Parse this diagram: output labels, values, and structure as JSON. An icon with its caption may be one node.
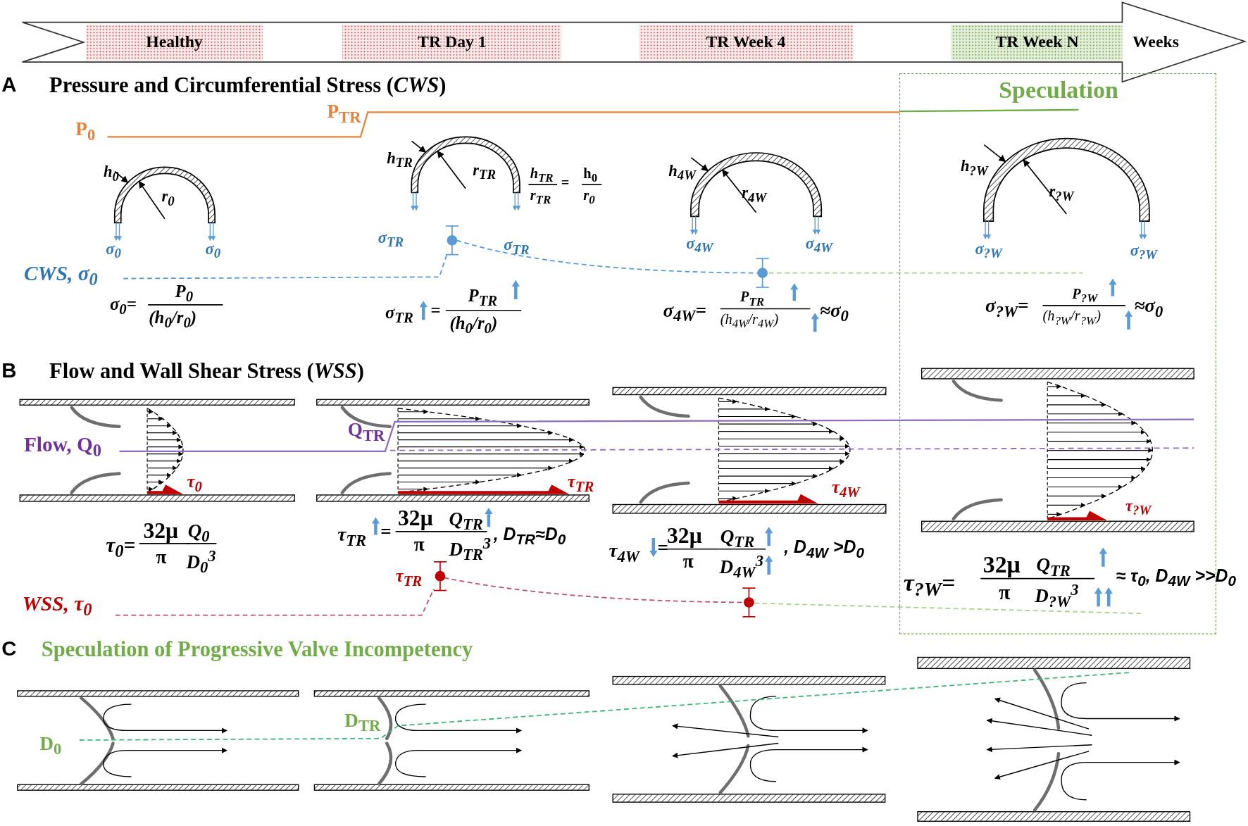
{
  "diagram": {
    "nodes": [
      {
        "text": [
          "Healthy",
          "TR Day 1",
          "TR Week 4",
          "TR Week N",
          "Weeks"
        ]
      },
      {
        "text": [
          "Speculation"
        ]
      }
    ],
    "labels": [
      "A",
      "Pressure and Circumferential Stress (*CWS*)",
      "P$_{0}$",
      "P$_{TR}$",
      "h$_{0}$",
      "r$_{0}$",
      "σ$_{0}$",
      "σ$_{0}$",
      "h$_{TR}$",
      "r$_{TR}$",
      "h$_{TR}$",
      "r$_{TR}$",
      "=",
      "h$_{0}$",
      "r$_{0}$",
      "σ$_{TR}$",
      "σ$_{TR}$",
      "h$_{4W}$",
      "r$_{4W}$",
      "σ$_{4W}$",
      "σ$_{4W}$",
      "h$_{?W}$",
      "r$_{?W}$",
      "σ$_{?W}$",
      "σ$_{?W}$",
      "CWS, σ$_{0}$",
      "σ$_{0}$=",
      "P$_{0}$",
      "(h$_{0}$/r$_{0}$)",
      "σ$_{TR}$",
      "=",
      "P$_{TR}$",
      "(h$_{0}$/r$_{0}$)",
      "σ$_{4W}$=",
      "P$_{TR}$",
      "(h$_{4W}$/r$_{4W}$)",
      "≈σ$_{0}$",
      "σ$_{?W}$=",
      "P$_{?W}$",
      "(h$_{?W}$/r$_{?W}$)",
      "≈σ$_{0}$",
      "B",
      "Flow and Wall Shear Stress (*WSS*)",
      "Flow, Q$_{0}$",
      "Q$_{TR}$",
      "τ$_{0}$",
      "τ$_{TR}$",
      "τ$_{4W}$",
      "τ$_{?W}$",
      "τ$_{0}$=",
      "32μ",
      "π",
      "Q$_{0}$",
      "D$_{0}$$^{3}$",
      "τ$_{TR}$",
      "=",
      "32μ",
      "π",
      "Q$_{TR}$",
      "D$_{TR}$$^{3}$",
      ", D$_{TR}$≈D$_{0}$",
      "τ$_{TR}$",
      "τ$_{4W}$",
      "=",
      "32μ",
      "π",
      "Q$_{TR}$",
      "D$_{4W}$$^{3}$",
      ", D$_{4W}$ >D$_{0}$",
      "τ$_{?W}$=",
      "32μ",
      "π",
      "Q$_{TR}$",
      "D$_{?W}$$^{3}$",
      "≈ τ$_{0}$, D$_{4W}$ >>D$_{0}$",
      "WSS, τ$_{0}$",
      "C",
      "Speculation of Progressive Valve Incompetency",
      "D$_{0}$",
      "D$_{TR}$"
    ]
  }
}
